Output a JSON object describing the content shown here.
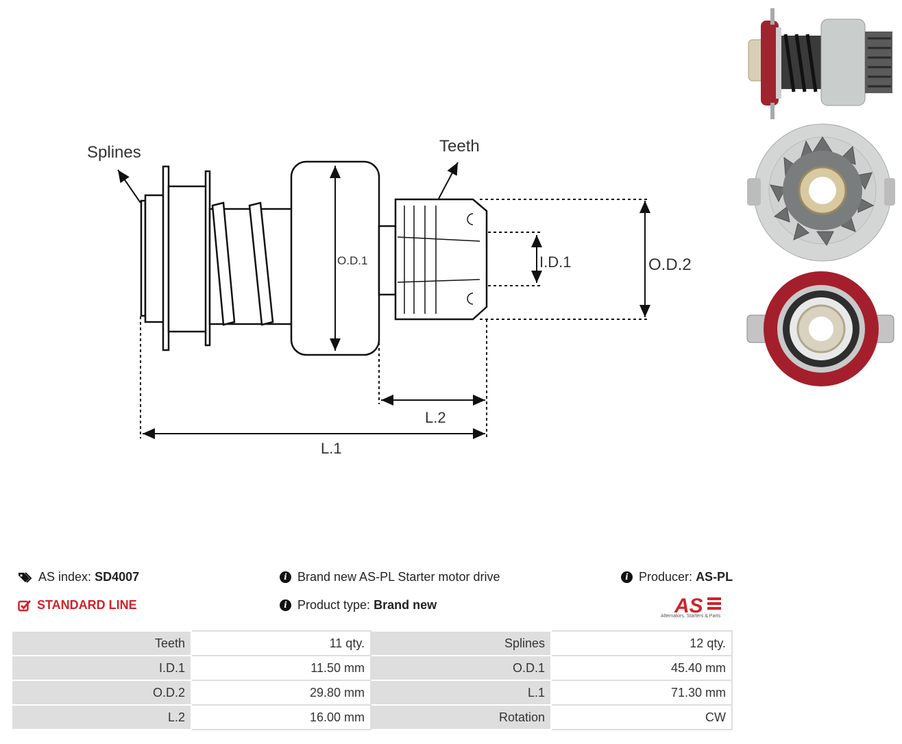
{
  "diagram": {
    "labels": {
      "splines": "Splines",
      "teeth": "Teeth",
      "od1": "O.D.1",
      "id1": "I.D.1",
      "od2": "O.D.2",
      "l2": "L.2",
      "l1": "L.1"
    }
  },
  "photos": {
    "icons": [
      "drive-side-view-photo",
      "pinion-front-view-photo",
      "clutch-rear-view-photo"
    ]
  },
  "info": {
    "as_index_label": "AS index:",
    "as_index_value": "SD4007",
    "line": "STANDARD LINE",
    "description": "Brand new AS-PL Starter motor drive",
    "product_type_label": "Product type:",
    "product_type_value": "Brand new",
    "producer_label": "Producer:",
    "producer_value": "AS-PL"
  },
  "logo": {
    "text": "AS",
    "tagline": "Alternators, Starters & Parts",
    "color": "#d1232a"
  },
  "specs": [
    {
      "k1": "Teeth",
      "v1": "11 qty.",
      "k2": "Splines",
      "v2": "12 qty."
    },
    {
      "k1": "I.D.1",
      "v1": "11.50 mm",
      "k2": "O.D.1",
      "v2": "45.40 mm"
    },
    {
      "k1": "O.D.2",
      "v1": "29.80 mm",
      "k2": "L.1",
      "v2": "71.30 mm"
    },
    {
      "k1": "L.2",
      "v1": "16.00 mm",
      "k2": "Rotation",
      "v2": "CW"
    }
  ]
}
